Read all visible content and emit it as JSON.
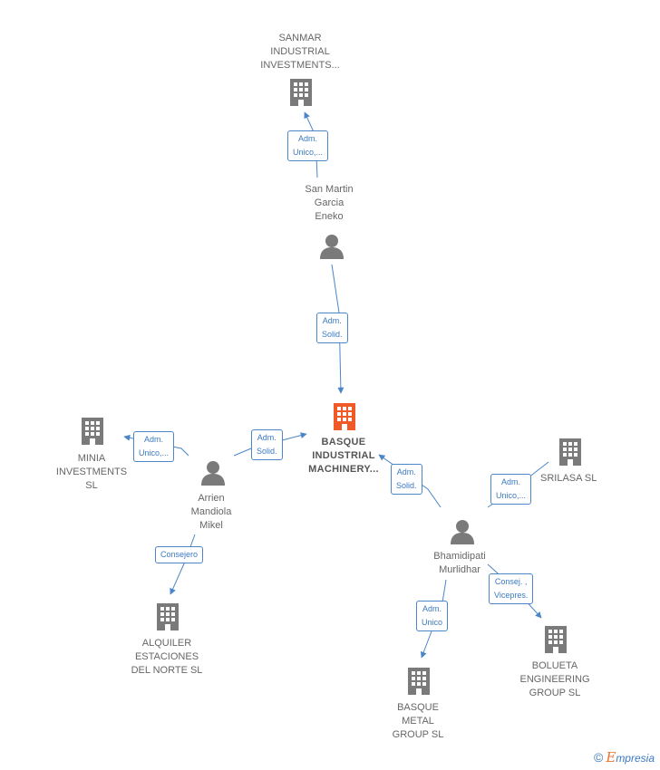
{
  "colors": {
    "edge": "#4a86c8",
    "icon": "#7a7a7a",
    "highlight": "#f05a28",
    "label": "#666666"
  },
  "nodes": {
    "basque_industrial": {
      "lines": [
        "BASQUE",
        "INDUSTRIAL",
        "MACHINERY..."
      ],
      "icon": "building-icon"
    },
    "sanmar": {
      "lines": [
        "SANMAR",
        "INDUSTRIAL",
        "INVESTMENTS..."
      ],
      "icon": "building-icon"
    },
    "san_martin": {
      "lines": [
        "San Martin",
        "Garcia",
        "Eneko"
      ],
      "icon": "person-icon"
    },
    "minia": {
      "lines": [
        "MINIA",
        "INVESTMENTS",
        "SL"
      ],
      "icon": "building-icon"
    },
    "arrien": {
      "lines": [
        "Arrien",
        "Mandiola",
        "Mikel"
      ],
      "icon": "person-icon"
    },
    "alquiler": {
      "lines": [
        "ALQUILER",
        "ESTACIONES",
        "DEL NORTE  SL"
      ],
      "icon": "building-icon"
    },
    "srilasa": {
      "lines": [
        "SRILASA  SL"
      ],
      "icon": "building-icon"
    },
    "bhamidipati": {
      "lines": [
        "Bhamidipati",
        "Murlidhar"
      ],
      "icon": "person-icon"
    },
    "basque_metal": {
      "lines": [
        "BASQUE",
        "METAL",
        "GROUP  SL"
      ],
      "icon": "building-icon"
    },
    "bolueta": {
      "lines": [
        "BOLUETA",
        "ENGINEERING",
        "GROUP  SL"
      ],
      "icon": "building-icon"
    }
  },
  "edges": {
    "sanmartin_sanmar": [
      "Adm.",
      "Unico,..."
    ],
    "sanmartin_basque": [
      "Adm.",
      "Solid."
    ],
    "arrien_minia": [
      "Adm.",
      "Unico,..."
    ],
    "arrien_basque": [
      "Adm.",
      "Solid."
    ],
    "arrien_alquiler": [
      "Consejero"
    ],
    "bham_basque": [
      "Adm.",
      "Solid."
    ],
    "bham_srilasa": [
      "Adm.",
      "Unico,..."
    ],
    "bham_metal": [
      "Adm.",
      "Unico"
    ],
    "bham_bolueta": [
      "Consej. ,",
      "Vicepres."
    ]
  },
  "watermark": {
    "symbol": "©",
    "brand_initial": "E",
    "brand_rest": "mpresia"
  }
}
